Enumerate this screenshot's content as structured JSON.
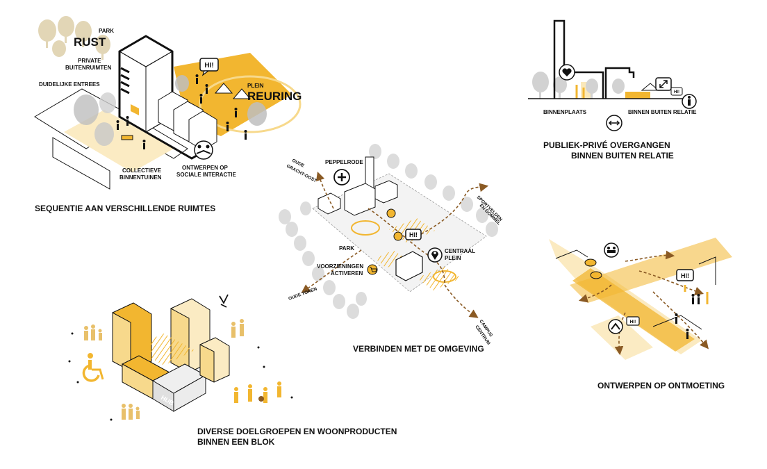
{
  "colors": {
    "accent": "#F2B630",
    "accent_light": "#F7D98C",
    "accent_pale": "#FBEBC3",
    "path": "#8A5A24",
    "tree": "#D2D2D2",
    "tree_beige": "#E2D6B6",
    "line": "#111111"
  },
  "icons": [
    "heart-icon",
    "plus-icon",
    "pin-icon",
    "speech-hi-icon",
    "handshake-icon",
    "arrows-horizontal-icon",
    "expand-arrows-icon",
    "wheelchair-icon",
    "cart-icon",
    "coffee-icon",
    "people-icon"
  ],
  "panel_1": {
    "caption": "SEQUENTIE AAN VERSCHILLENDE RUIMTES",
    "labels": {
      "park": "PARK",
      "rust": "RUST",
      "private": "PRIVATE",
      "buitenruimten": "BUITENRUIMTEN",
      "entrees": "DUIDELIJKE ENTREES",
      "plein": "PLEIN",
      "reuring": "REURING",
      "collectieve": "COLLECTIEVE",
      "binnentuinen": "BINNENTUINEN",
      "ontwerpen": "ONTWERPEN OP",
      "sociale": "SOCIALE INTERACTIE",
      "hi": "HI!"
    }
  },
  "panel_2": {
    "caption_line1": "PUBLIEK-PRIVÉ OVERGANGEN",
    "caption_line2": "BINNEN BUITEN RELATIE",
    "labels": {
      "binnenplaats": "BINNENPLAATS",
      "binnen_buiten": "BINNEN BUITEN RELATIE",
      "hi": "HI!"
    }
  },
  "panel_3": {
    "caption": "VERBINDEN MET DE OMGEVING",
    "labels": {
      "oude_gracht_1": "OUDE",
      "oude_gracht_2": "GRACHT-OOST",
      "peppelrode": "PEPPELRODE",
      "sportvelden_1": "SPORTVELDEN",
      "sportvelden_2": "EN DOMMEL",
      "park": "PARK",
      "centraal": "CENTRAAL",
      "plein": "PLEIN",
      "voorzieningen": "VOORZIENINGEN",
      "activeren": "ACTIVEREN",
      "oude_toren": "OUDE TOREN",
      "campus_1": "CAMPUS",
      "campus_2": "CENTRUM",
      "hi": "HI!"
    }
  },
  "panel_4": {
    "caption": "ONTWERPEN OP ONTMOETING",
    "labels": {
      "hi": "HI!"
    }
  },
  "panel_5": {
    "caption_line1": "DIVERSE DOELGROEPEN EN WOONPRODUCTEN",
    "caption_line2": "BINNEN EEN BLOK",
    "labels": {
      "hub": "HUB"
    }
  }
}
